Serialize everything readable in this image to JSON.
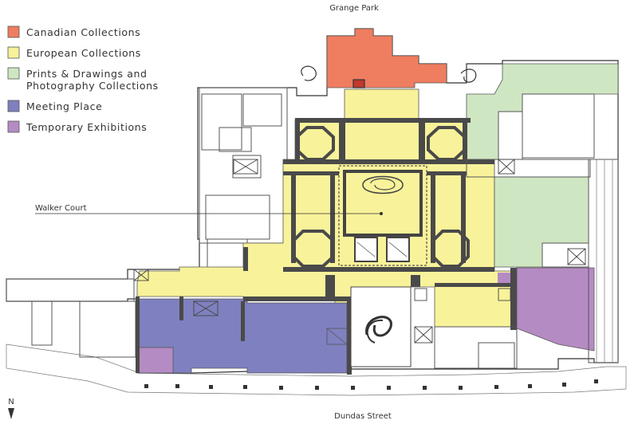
{
  "map": {
    "top_label": "Grange Park",
    "bottom_label": "Dundas Street",
    "north_label": "N",
    "callout_label": "Walker Court"
  },
  "legend": [
    {
      "label": "Canadian Collections",
      "color": "#ef7d5f"
    },
    {
      "label": "European Collections",
      "color": "#f8f29a"
    },
    {
      "label": "Prints & Drawings and",
      "label2": "Photography Collections",
      "color": "#cfe6c2"
    },
    {
      "label": "Meeting Place",
      "color": "#7f80bf"
    },
    {
      "label": "Temporary Exhibitions",
      "color": "#b58bc4"
    }
  ]
}
